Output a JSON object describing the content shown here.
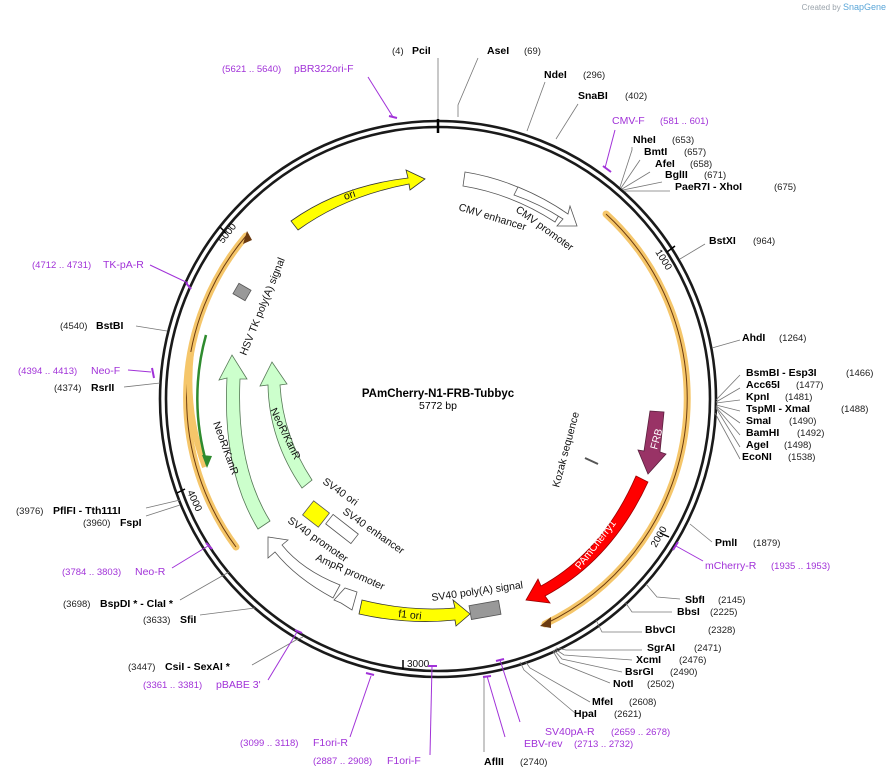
{
  "branding": {
    "prefix": "Created by",
    "name": "SnapGene"
  },
  "plasmid": {
    "name": "PAmCherry-N1-FRB-Tubbyc",
    "length": "5772 bp"
  },
  "ticks": [
    "1000",
    "2000",
    "3000",
    "4000",
    "5000"
  ],
  "sites": [
    {
      "name": "PciI",
      "pos": "(4)"
    },
    {
      "name": "AseI",
      "pos": "(69)"
    },
    {
      "name": "NdeI",
      "pos": "(296)"
    },
    {
      "name": "SnaBI",
      "pos": "(402)"
    },
    {
      "name": "NheI",
      "pos": "(653)"
    },
    {
      "name": "BmtI",
      "pos": "(657)"
    },
    {
      "name": "AfeI",
      "pos": "(658)"
    },
    {
      "name": "BglII",
      "pos": "(671)"
    },
    {
      "name": "PaeR7I  - XhoI",
      "pos": "(675)"
    },
    {
      "name": "BstXI",
      "pos": "(964)"
    },
    {
      "name": "AhdI",
      "pos": "(1264)"
    },
    {
      "name": "BsmBI  - Esp3I",
      "pos": "(1466)"
    },
    {
      "name": "Acc65I",
      "pos": "(1477)"
    },
    {
      "name": "KpnI",
      "pos": "(1481)"
    },
    {
      "name": "TspMI  - XmaI",
      "pos": "(1488)"
    },
    {
      "name": "SmaI",
      "pos": "(1490)"
    },
    {
      "name": "BamHI",
      "pos": "(1492)"
    },
    {
      "name": "AgeI",
      "pos": "(1498)"
    },
    {
      "name": "EcoNI",
      "pos": "(1538)"
    },
    {
      "name": "PmlI",
      "pos": "(1879)"
    },
    {
      "name": "SbfI",
      "pos": "(2145)"
    },
    {
      "name": "BbsI",
      "pos": "(2225)"
    },
    {
      "name": "BbvCI",
      "pos": "(2328)"
    },
    {
      "name": "SgrAI",
      "pos": "(2471)"
    },
    {
      "name": "XcmI",
      "pos": "(2476)"
    },
    {
      "name": "BsrGI",
      "pos": "(2490)"
    },
    {
      "name": "NotI",
      "pos": "(2502)"
    },
    {
      "name": "MfeI",
      "pos": "(2608)"
    },
    {
      "name": "HpaI",
      "pos": "(2621)"
    },
    {
      "name": "AflII",
      "pos": "(2740)"
    },
    {
      "name": "CsiI  - SexAI *",
      "pos": "(3447)"
    },
    {
      "name": "SfiI",
      "pos": "(3633)"
    },
    {
      "name": "BspDI *  - ClaI *",
      "pos": "(3698)"
    },
    {
      "name": "FspI",
      "pos": "(3960)"
    },
    {
      "name": "PflFI  - Tth111I",
      "pos": "(3976)"
    },
    {
      "name": "RsrII",
      "pos": "(4374)"
    },
    {
      "name": "BstBI",
      "pos": "(4540)"
    }
  ],
  "primers": [
    {
      "name": "pBR322ori-F",
      "pos": "(5621 .. 5640)"
    },
    {
      "name": "CMV-F",
      "pos": "(581 .. 601)"
    },
    {
      "name": "TK-pA-R",
      "pos": "(4712 .. 4731)"
    },
    {
      "name": "Neo-F",
      "pos": "(4394 .. 4413)"
    },
    {
      "name": "mCherry-R",
      "pos": "(1935 .. 1953)"
    },
    {
      "name": "Neo-R",
      "pos": "(3784 .. 3803)"
    },
    {
      "name": "pBABE 3'",
      "pos": "(3361 .. 3381)"
    },
    {
      "name": "F1ori-R",
      "pos": "(3099 .. 3118)"
    },
    {
      "name": "F1ori-F",
      "pos": "(2887 .. 2908)"
    },
    {
      "name": "SV40pA-R",
      "pos": "(2659 .. 2678)"
    },
    {
      "name": "EBV-rev",
      "pos": "(2713 .. 2732)"
    }
  ],
  "features": {
    "ori": "ori",
    "cmv_enhancer": "CMV enhancer",
    "cmv_promoter": "CMV promoter",
    "frb": "FRB",
    "pamcherry1": "PAmCherry1",
    "kozak": "Kozak sequence",
    "sv40_polya": "SV40 poly(A) signal",
    "f1_ori": "f1 ori",
    "ampr_promoter": "AmpR promoter",
    "sv40_promoter_outer": "SV40 promoter",
    "sv40_ori": "SV40 ori",
    "sv40_enhancer": "SV40 enhancer",
    "neor_outer": "NeoR/KanR",
    "neor_inner": "NeoR/KanR",
    "hsv_tk": "HSV TK poly(A) signal"
  },
  "colors": {
    "backbone": "#1a1a1a",
    "primer": "#a132d8",
    "ori": "#ffff00",
    "frb": "#993366",
    "pamcherry": "#ff0000",
    "neor": "#ccffcc",
    "orf_band": "#f5c66a",
    "polya": "#999999"
  }
}
